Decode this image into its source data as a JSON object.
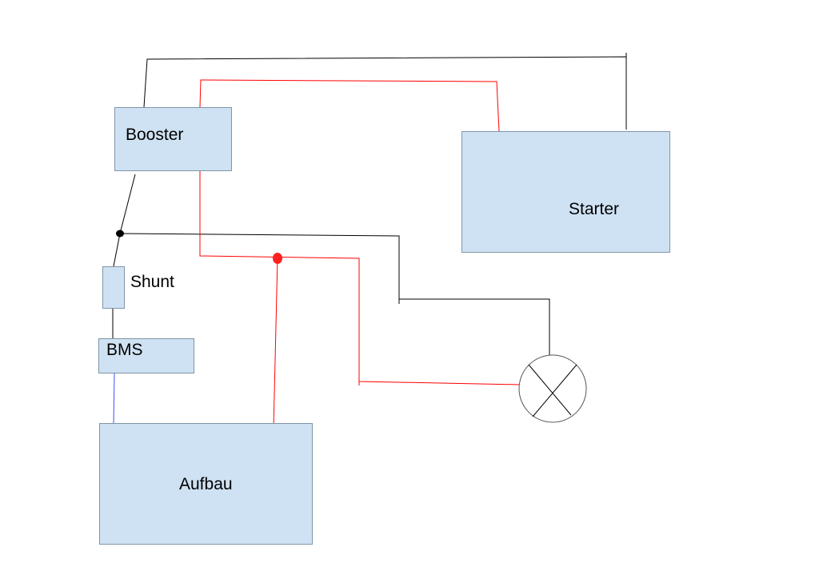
{
  "components": {
    "booster": "Booster",
    "starter": "Starter",
    "shunt": "Shunt",
    "bms": "BMS",
    "aufbau": "Aufbau"
  },
  "colors": {
    "box_fill": "#cfe2f3",
    "positive_wire": "#ff0000",
    "negative_wire": "#000000",
    "bms_link": "#3b50ff"
  }
}
